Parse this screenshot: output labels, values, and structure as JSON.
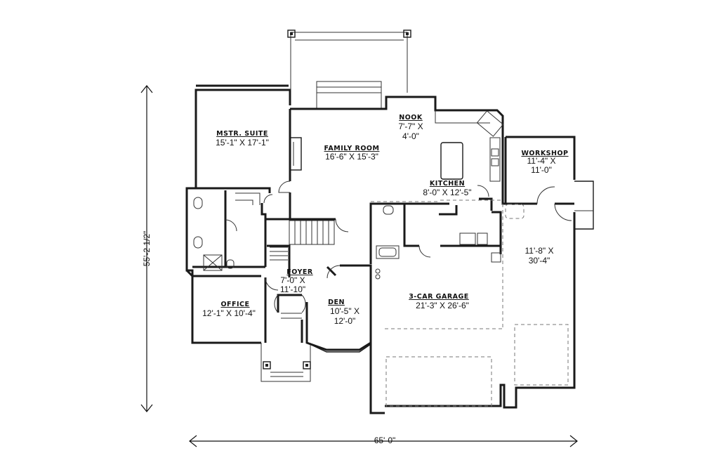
{
  "dimensions": {
    "width_label": "65'-0\"",
    "depth_label": "55'-2 1/2\""
  },
  "rooms": [
    {
      "id": "mstr-suite",
      "name": "MSTR. SUITE",
      "size": "15'-1\" X 17'-1\""
    },
    {
      "id": "family-room",
      "name": "FAMILY ROOM",
      "size": "16'-6\" X 15'-3\""
    },
    {
      "id": "nook",
      "name": "NOOK",
      "size_line1": "7'-7\" X",
      "size_line2": "4'-0\""
    },
    {
      "id": "kitchen",
      "name": "KITCHEN",
      "size": "8'-0\" X 12'-5\""
    },
    {
      "id": "workshop",
      "name": "WORKSHOP",
      "size_line1": "11'-4\" X",
      "size_line2": "11'-0\""
    },
    {
      "id": "garage-bay",
      "name": "",
      "size_line1": "11'-8\" X",
      "size_line2": "30'-4\""
    },
    {
      "id": "foyer",
      "name": "FOYER",
      "size_line1": "7'-0\" X",
      "size_line2": "11'-10\""
    },
    {
      "id": "office",
      "name": "OFFICE",
      "size": "12'-1\" X 10'-4\""
    },
    {
      "id": "den",
      "name": "DEN",
      "size_line1": "10'-5\" X",
      "size_line2": "12'-0\""
    },
    {
      "id": "garage",
      "name": "3-CAR GARAGE",
      "size": "21'-3\" X 26'-6\""
    }
  ]
}
